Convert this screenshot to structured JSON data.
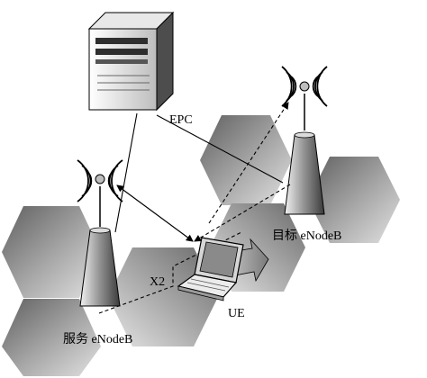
{
  "labels": {
    "epc": "EPC",
    "target_enodeb": "目标 eNodeB",
    "serving_enodeb": "服务 eNodeB",
    "x2": "X2",
    "ue": "UE"
  },
  "colors": {
    "hex_dark": "#6f6f6f",
    "hex_light": "#d9d9d9",
    "line": "#000000"
  }
}
